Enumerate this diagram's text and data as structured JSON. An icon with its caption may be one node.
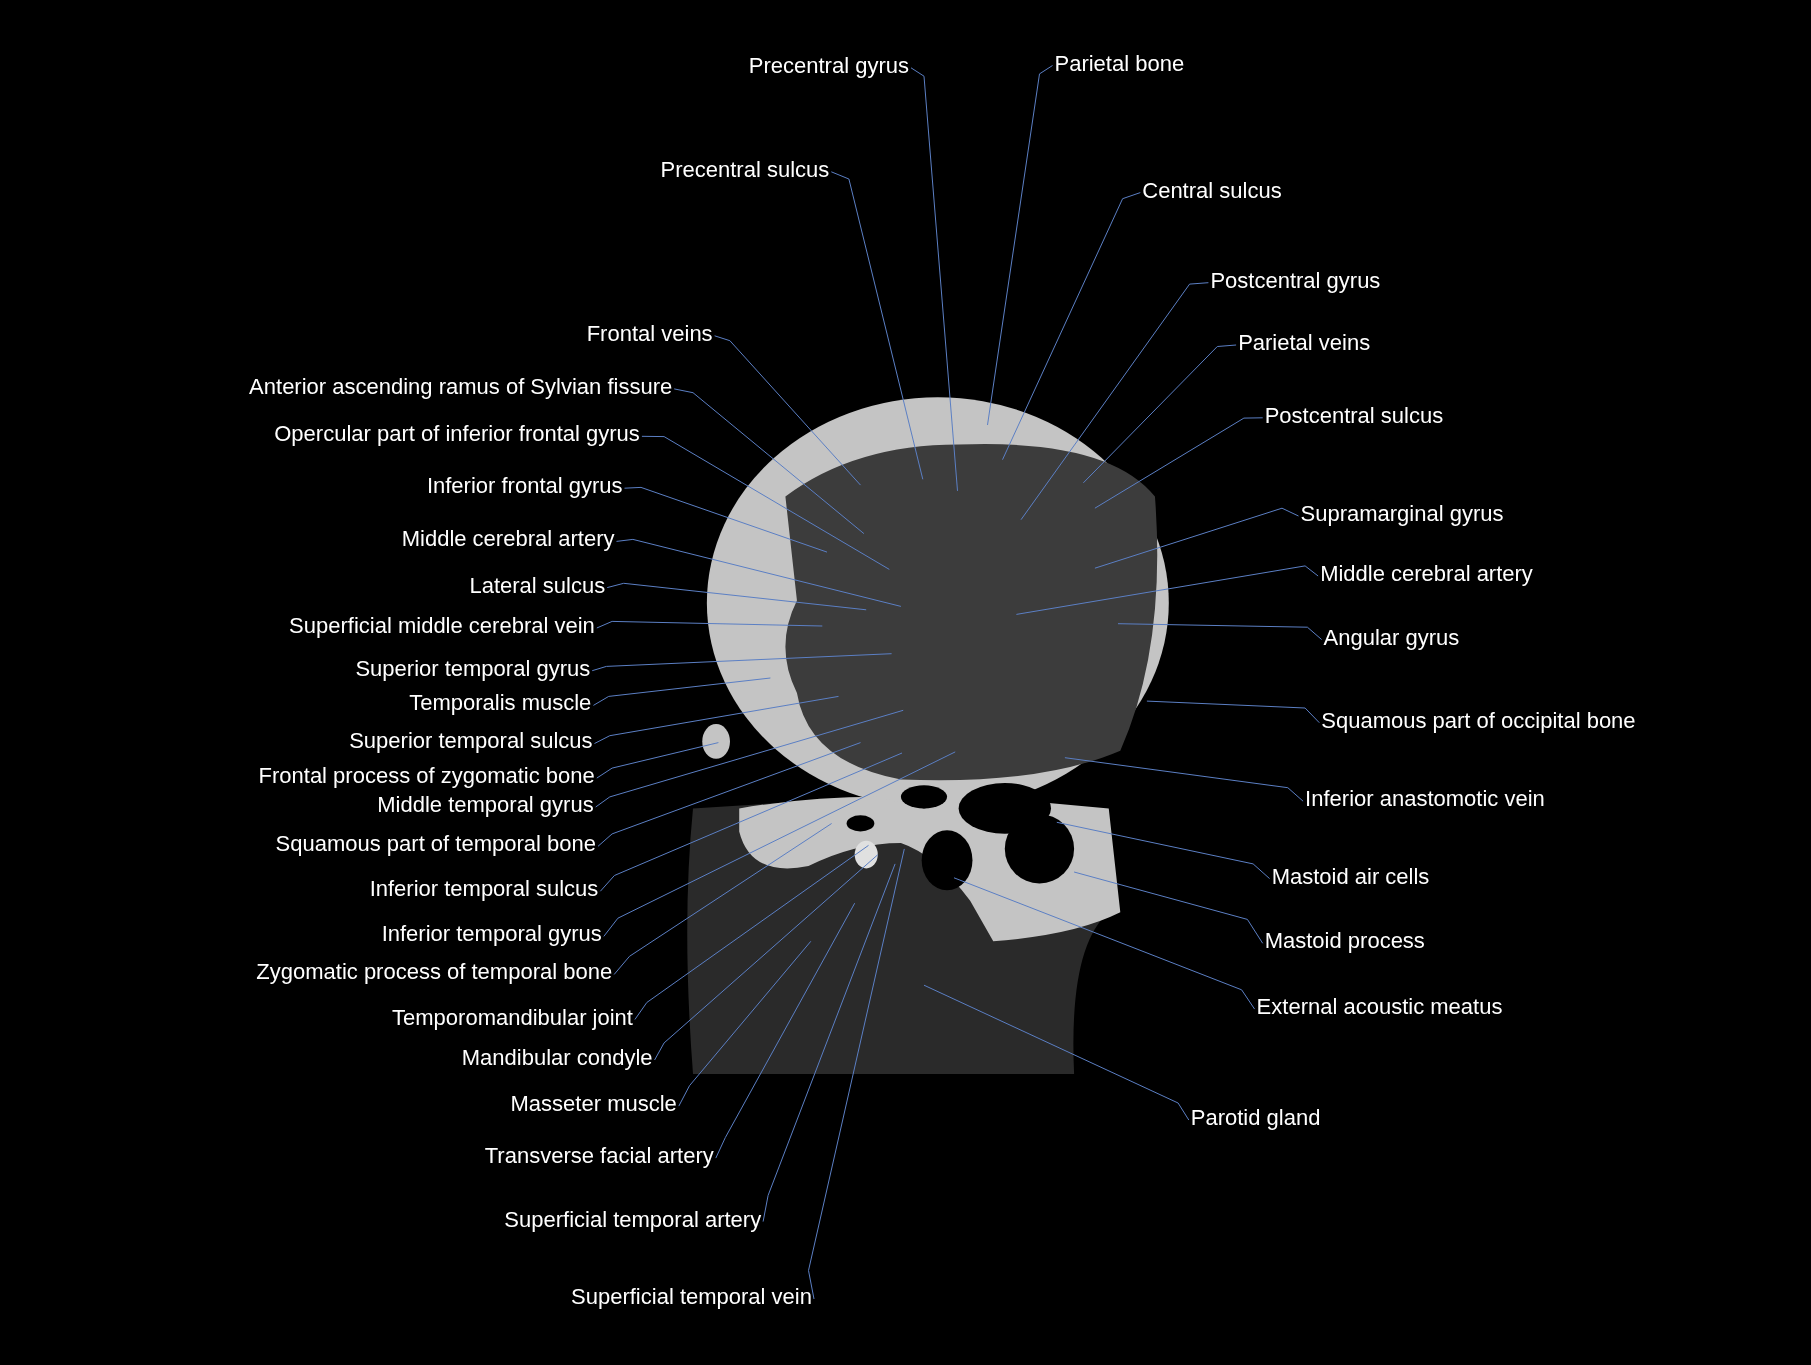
{
  "diagram": {
    "nodes": [
      {
        "text": [
          "Precentral gyrus"
        ]
      },
      {
        "text": [
          "Parietal bone"
        ]
      },
      {
        "text": [
          "Precentral sulcus"
        ]
      },
      {
        "text": [
          "Central sulcus"
        ]
      },
      {
        "text": [
          "Postcentral gyrus"
        ]
      },
      {
        "text": [
          "Frontal veins"
        ]
      },
      {
        "text": [
          "Parietal veins"
        ]
      },
      {
        "text": [
          "Anterior ascending ramus of Sylvian fissure"
        ]
      },
      {
        "text": [
          "Postcentral sulcus"
        ]
      },
      {
        "text": [
          "Opercular part of inferior frontal gyrus"
        ]
      },
      {
        "text": [
          "Inferior frontal gyrus"
        ]
      },
      {
        "text": [
          "Supramarginal gyrus"
        ]
      },
      {
        "text": [
          "Middle cerebral artery"
        ]
      },
      {
        "text": [
          "Middle cerebral artery"
        ]
      },
      {
        "text": [
          "Lateral sulcus"
        ]
      },
      {
        "text": [
          "Superficial middle cerebral vein"
        ]
      },
      {
        "text": [
          "Angular gyrus"
        ]
      },
      {
        "text": [
          "Superior temporal gyrus"
        ]
      },
      {
        "text": [
          "Temporalis muscle"
        ]
      },
      {
        "text": [
          "Squamous part of occipital bone"
        ]
      },
      {
        "text": [
          "Superior temporal sulcus"
        ]
      },
      {
        "text": [
          "Frontal process of zygomatic bone"
        ]
      },
      {
        "text": [
          "Inferior anastomotic vein"
        ]
      },
      {
        "text": [
          "Middle temporal gyrus"
        ]
      },
      {
        "text": [
          "Squamous part of temporal bone"
        ]
      },
      {
        "text": [
          "Mastoid air cells"
        ]
      },
      {
        "text": [
          "Inferior temporal sulcus"
        ]
      },
      {
        "text": [
          "Inferior temporal gyrus"
        ]
      },
      {
        "text": [
          "Mastoid process"
        ]
      },
      {
        "text": [
          "Zygomatic process of temporal bone"
        ]
      },
      {
        "text": [
          "External acoustic meatus"
        ]
      },
      {
        "text": [
          "Temporomandibular joint"
        ]
      },
      {
        "text": [
          "Mandibular condyle"
        ]
      },
      {
        "text": [
          "Masseter muscle"
        ]
      },
      {
        "text": [
          "Parotid gland"
        ]
      },
      {
        "text": [
          "Transverse facial artery"
        ]
      },
      {
        "text": [
          "Superficial temporal artery"
        ]
      },
      {
        "text": [
          "Superficial temporal vein"
        ]
      }
    ],
    "edges": [
      {
        "from": 0,
        "to": null,
        "arrow": "none"
      },
      {
        "from": 1,
        "to": null,
        "arrow": "none"
      },
      {
        "from": 2,
        "to": null,
        "arrow": "none"
      },
      {
        "from": 3,
        "to": null,
        "arrow": "none"
      },
      {
        "from": 4,
        "to": null,
        "arrow": "none"
      },
      {
        "from": 5,
        "to": null,
        "arrow": "none"
      },
      {
        "from": 6,
        "to": null,
        "arrow": "none"
      },
      {
        "from": 7,
        "to": null,
        "arrow": "none"
      },
      {
        "from": 8,
        "to": null,
        "arrow": "none"
      },
      {
        "from": 9,
        "to": null,
        "arrow": "none"
      },
      {
        "from": 10,
        "to": null,
        "arrow": "none"
      },
      {
        "from": 11,
        "to": null,
        "arrow": "none"
      },
      {
        "from": 12,
        "to": null,
        "arrow": "none"
      },
      {
        "from": 13,
        "to": null,
        "arrow": "none"
      },
      {
        "from": 14,
        "to": null,
        "arrow": "none"
      },
      {
        "from": 15,
        "to": null,
        "arrow": "none"
      },
      {
        "from": 16,
        "to": null,
        "arrow": "none"
      },
      {
        "from": 17,
        "to": null,
        "arrow": "none"
      },
      {
        "from": 18,
        "to": null,
        "arrow": "none"
      },
      {
        "from": 19,
        "to": null,
        "arrow": "none"
      },
      {
        "from": 20,
        "to": null,
        "arrow": "none"
      },
      {
        "from": 21,
        "to": null,
        "arrow": "none"
      },
      {
        "from": 22,
        "to": null,
        "arrow": "none"
      },
      {
        "from": 23,
        "to": null,
        "arrow": "none"
      },
      {
        "from": 24,
        "to": null,
        "arrow": "none"
      },
      {
        "from": 25,
        "to": null,
        "arrow": "none"
      },
      {
        "from": 26,
        "to": null,
        "arrow": "none"
      },
      {
        "from": 27,
        "to": null,
        "arrow": "none"
      },
      {
        "from": 28,
        "to": null,
        "arrow": "none"
      },
      {
        "from": 29,
        "to": null,
        "arrow": "none"
      },
      {
        "from": 30,
        "to": null,
        "arrow": "none"
      },
      {
        "from": 31,
        "to": null,
        "arrow": "none"
      },
      {
        "from": 32,
        "to": null,
        "arrow": "none"
      },
      {
        "from": 33,
        "to": null,
        "arrow": "none"
      },
      {
        "from": 34,
        "to": null,
        "arrow": "none"
      },
      {
        "from": 35,
        "to": null,
        "arrow": "none"
      },
      {
        "from": 36,
        "to": null,
        "arrow": "none"
      },
      {
        "from": 37,
        "to": null,
        "arrow": "none"
      }
    ]
  }
}
